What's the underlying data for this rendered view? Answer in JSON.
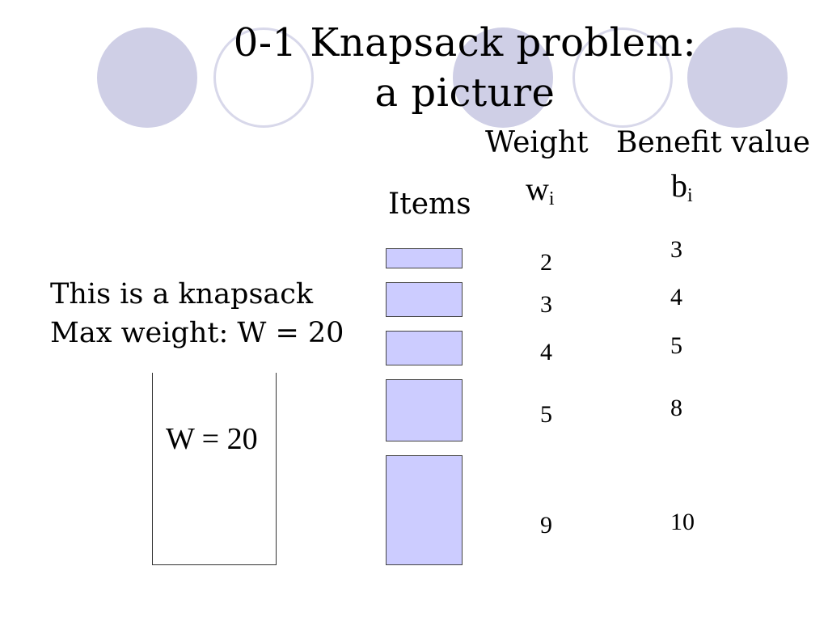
{
  "slide": {
    "title_line1": "0-1 Knapsack problem:",
    "title_line2": "a picture",
    "items_header": "Items",
    "weight_header": "Weight",
    "benefit_header": "Benefit value",
    "weight_symbol": "w",
    "benefit_symbol": "b",
    "subscript": "i",
    "desc_line1": "This is a knapsack",
    "desc_line2": "Max weight: W = 20",
    "knapsack_label": "W = 20"
  },
  "items": [
    {
      "weight": "2",
      "benefit": "3"
    },
    {
      "weight": "3",
      "benefit": "4"
    },
    {
      "weight": "4",
      "benefit": "5"
    },
    {
      "weight": "5",
      "benefit": "8"
    },
    {
      "weight": "9",
      "benefit": "10"
    }
  ],
  "colors": {
    "item_fill": "#ccccff",
    "decor_circle": "#cfcfe6"
  }
}
